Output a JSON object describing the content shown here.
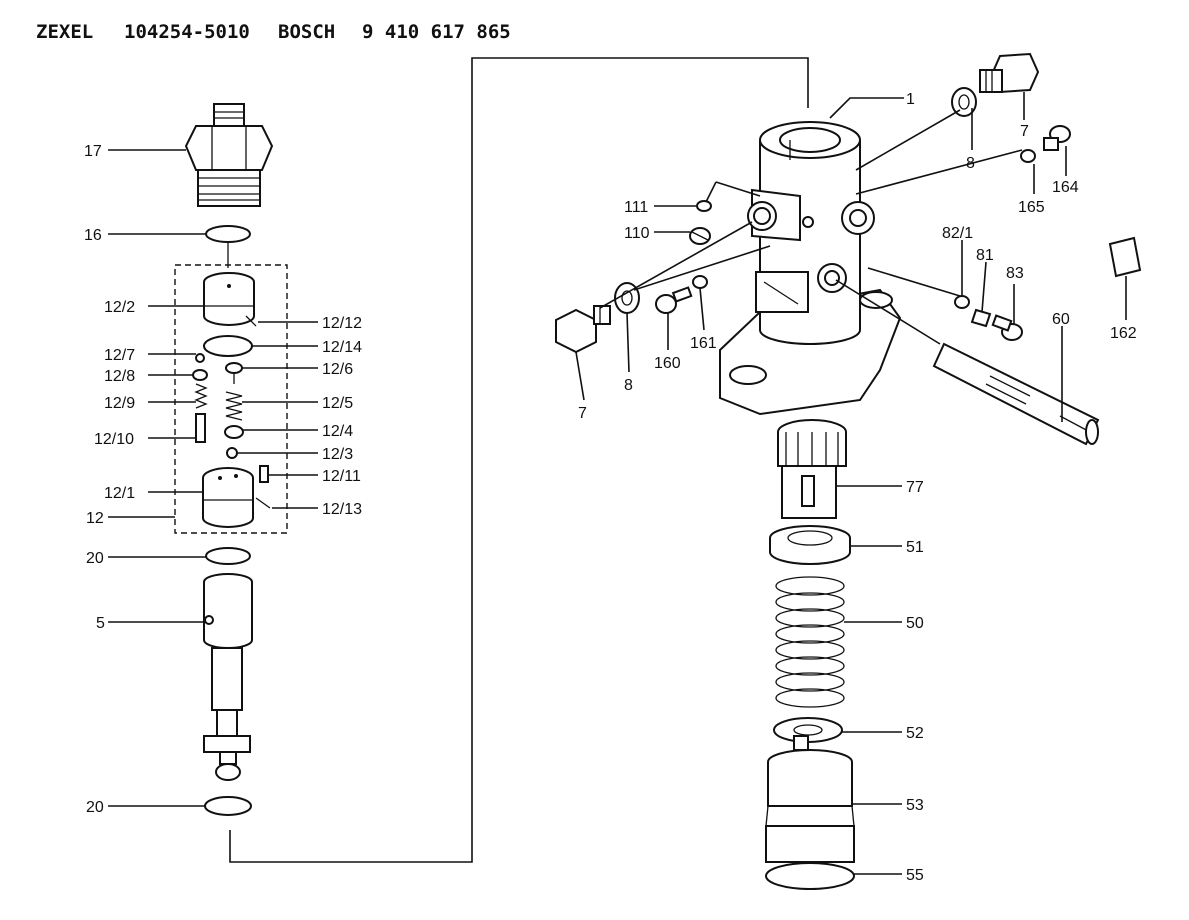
{
  "header": {
    "maker": "ZEXEL",
    "zexel_no": "104254-5010",
    "oem": "BOSCH",
    "oem_no": "9 410 617 865"
  },
  "labels": {
    "p1": "1",
    "p7a": "7",
    "p7b": "7",
    "p8a": "8",
    "p8b": "8",
    "p164": "164",
    "p165": "165",
    "p111": "111",
    "p110": "110",
    "p82_1": "82/1",
    "p81": "81",
    "p83": "83",
    "p60": "60",
    "p162": "162",
    "p160": "160",
    "p161": "161",
    "p77": "77",
    "p51": "51",
    "p50": "50",
    "p52": "52",
    "p53": "53",
    "p55": "55",
    "p17": "17",
    "p16": "16",
    "p12_2": "12/2",
    "p12_12": "12/12",
    "p12_14": "12/14",
    "p12_7": "12/7",
    "p12_6": "12/6",
    "p12_8": "12/8",
    "p12_9": "12/9",
    "p12_5": "12/5",
    "p12_4": "12/4",
    "p12_10": "12/10",
    "p12_3": "12/3",
    "p12_11": "12/11",
    "p12_1": "12/1",
    "p12_13": "12/13",
    "p12": "12",
    "p20a": "20",
    "p5": "5",
    "p20b": "20"
  }
}
